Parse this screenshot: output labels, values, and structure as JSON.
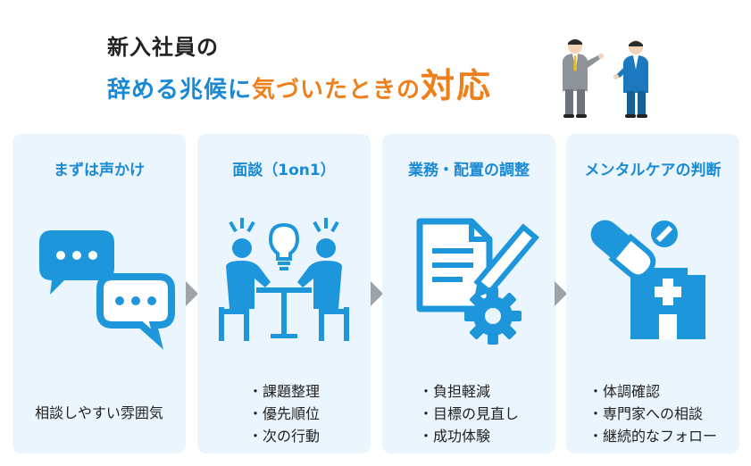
{
  "title": {
    "line1": "新入社員の",
    "line2_blue": "辞める兆候に",
    "line2_orange": "気づいたときの",
    "line2_orange_big": "対応"
  },
  "cards": [
    {
      "title": "まずは声かけ",
      "text": "相談しやすい雰囲気",
      "icon": "chat-bubbles-icon"
    },
    {
      "title": "面談（1on1）",
      "bullets": [
        "・課題整理",
        "・優先順位",
        "・次の行動"
      ],
      "icon": "meeting-idea-icon"
    },
    {
      "title": "業務・配置の調整",
      "bullets": [
        "・負担軽減",
        "・目標の見直し",
        "・成功体験"
      ],
      "icon": "document-gear-icon"
    },
    {
      "title": "メンタルケアの判断",
      "bullets": [
        "・体調確認",
        "・専門家への相談",
        "・継続的なフォロー"
      ],
      "icon": "hospital-capsule-icon"
    }
  ],
  "colors": {
    "accent_blue": "#1a8ad4",
    "accent_orange": "#ef7f1a",
    "card_bg": "#ebf5fd",
    "arrow": "#9ea3a7",
    "icon_blue": "#1e96db"
  }
}
